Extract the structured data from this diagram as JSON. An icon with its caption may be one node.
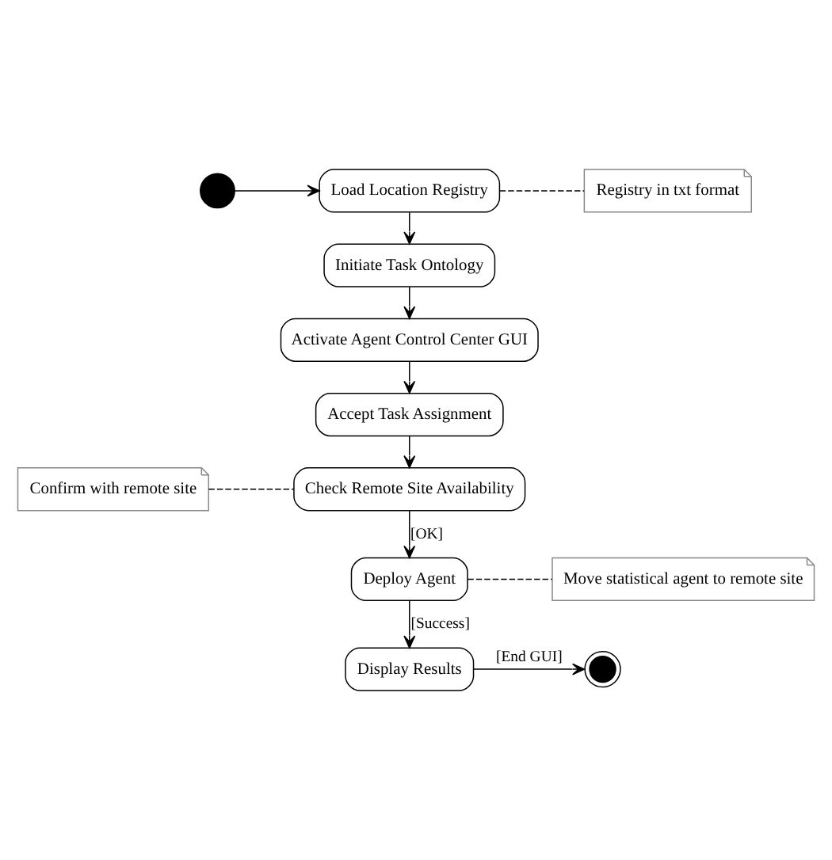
{
  "diagram": {
    "nodes": [
      {
        "text": [],
        "shape": "circle"
      },
      {
        "text": [
          "Load Location Registry"
        ]
      },
      {
        "text": [
          "Registry in txt format"
        ]
      },
      {
        "text": [
          "Initiate Task Ontology"
        ]
      },
      {
        "text": [
          "Activate Agent Control Center GUI"
        ]
      },
      {
        "text": [
          "Accept Task Assignment"
        ]
      },
      {
        "text": [
          "Confirm with remote site"
        ]
      },
      {
        "text": [
          "Check Remote Site Availability"
        ]
      },
      {
        "text": [
          "Deploy Agent"
        ]
      },
      {
        "text": [
          "Move statistical agent to remote site"
        ]
      },
      {
        "text": [
          "Display Results"
        ]
      },
      {
        "text": [],
        "shape": "circle"
      }
    ],
    "edges": [
      {
        "from": 0,
        "to": 1,
        "arrow": "to"
      },
      {
        "from": 1,
        "to": 2,
        "arrow": "none",
        "style": "dashed"
      },
      {
        "from": 1,
        "to": 3,
        "arrow": "to"
      },
      {
        "from": 3,
        "to": 4,
        "arrow": "to"
      },
      {
        "from": 4,
        "to": 5,
        "arrow": "to"
      },
      {
        "from": 5,
        "to": 7,
        "arrow": "to"
      },
      {
        "from": 6,
        "to": 7,
        "arrow": "none",
        "style": "dashed"
      },
      {
        "from": 7,
        "to": 8,
        "arrow": "to",
        "label": "[OK]"
      },
      {
        "from": 8,
        "to": 9,
        "arrow": "none",
        "style": "dashed"
      },
      {
        "from": 8,
        "to": 10,
        "arrow": "to",
        "label": "[Success]"
      },
      {
        "from": 10,
        "to": 11,
        "arrow": "to",
        "label": "[End GUI]"
      }
    ]
  }
}
